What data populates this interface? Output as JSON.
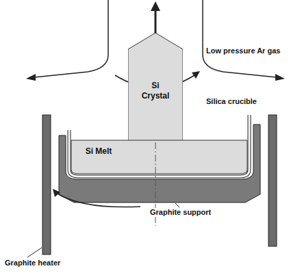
{
  "diagram": {
    "nodes": [
      {
        "text": [
          "Si Crystal"
        ]
      },
      {
        "text": [
          "Si Melt"
        ]
      }
    ],
    "labels": [
      "Low pressure Ar gas",
      "Silica crucible",
      "Graphite support",
      "Graphite heater"
    ]
  }
}
